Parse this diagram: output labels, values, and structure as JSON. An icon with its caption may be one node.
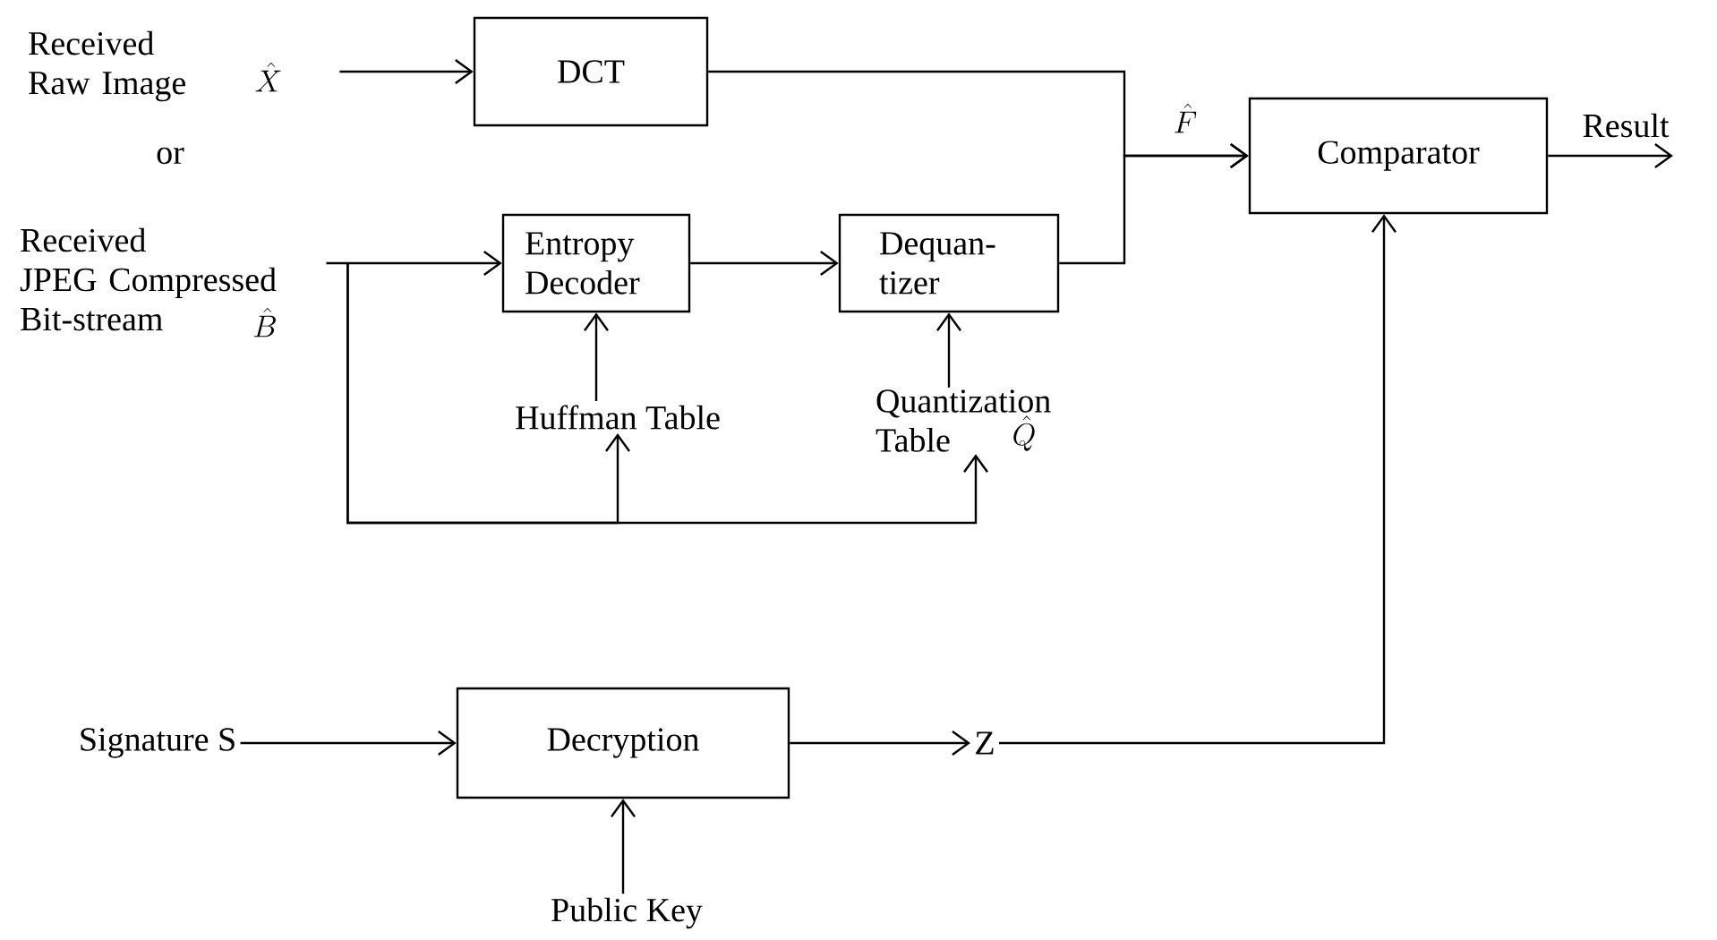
{
  "diagram": {
    "nodes": [
      {
        "text": [
          "Received Raw Image"
        ],
        "beside": [
          "\\hat{X}"
        ]
      },
      {
        "text": [
          "DCT"
        ]
      },
      {
        "text": [
          "Received JPEG Compressed Bit-stream"
        ],
        "beside": [
          "\\hat{B}"
        ]
      },
      {
        "text": [
          "Entropy Decoder"
        ]
      },
      {
        "text": [
          "Dequan- tizer"
        ]
      },
      {
        "text": [
          "Huffman Table"
        ]
      },
      {
        "text": [
          "Quantization Table"
        ],
        "beside": [
          "\\hat{Q}"
        ]
      },
      {
        "text": [
          "Comparator"
        ]
      },
      {
        "text": [
          "Result"
        ]
      },
      {
        "text": [
          "Signature S"
        ]
      },
      {
        "text": [
          "Decryption"
        ]
      },
      {
        "text": [
          "Z"
        ]
      },
      {
        "text": [
          "Public Key"
        ]
      }
    ],
    "edges": [
      {
        "from": 0,
        "to": 1,
        "arrow": "to"
      },
      {
        "from": 1,
        "to": 7,
        "arrow": "to",
        "label": "\\hat{F}"
      },
      {
        "from": 2,
        "to": 3,
        "arrow": "to"
      },
      {
        "from": 3,
        "to": 4,
        "arrow": "to"
      },
      {
        "from": 4,
        "to": 7,
        "arrow": "to"
      },
      {
        "from": 5,
        "to": 3,
        "arrow": "to"
      },
      {
        "from": 6,
        "to": 4,
        "arrow": "to"
      },
      {
        "from": 2,
        "to": 5,
        "arrow": "to"
      },
      {
        "from": 2,
        "to": 6,
        "arrow": "to"
      },
      {
        "from": 7,
        "to": 8,
        "arrow": "to"
      },
      {
        "from": 9,
        "to": 10,
        "arrow": "to"
      },
      {
        "from": 10,
        "to": 11,
        "arrow": "to"
      },
      {
        "from": 11,
        "to": 7,
        "arrow": "to"
      },
      {
        "from": 12,
        "to": 10,
        "arrow": "to"
      }
    ],
    "labels": [
      "or"
    ]
  }
}
